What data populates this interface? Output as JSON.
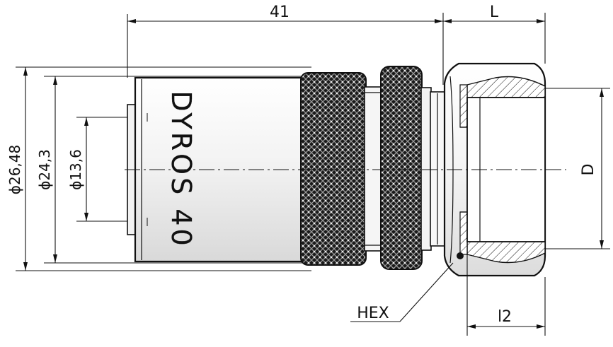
{
  "drawing": {
    "body_text": "DYROS 40",
    "dimensions": {
      "length_total": "41",
      "length_nut": "L",
      "dia_outer": "ϕ26,48",
      "dia_mid": "ϕ24,3",
      "dia_bore": "ϕ13,6",
      "thread_dia": "D",
      "thread_len": "l2"
    },
    "callouts": {
      "hex": "HEX"
    }
  }
}
